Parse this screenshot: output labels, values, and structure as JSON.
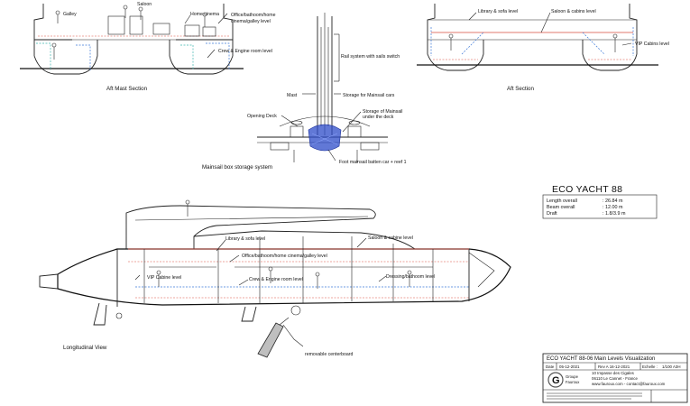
{
  "aft_mast_section": {
    "caption": "Aft Mast Section",
    "labels": {
      "galley": "Galley",
      "saloon": "Saloon",
      "home_cinema": "Home cinema",
      "office_level": "Office/bathoom/home",
      "office_level_2": "cinema/galley level",
      "crew_engine": "Crew & Engine room level"
    }
  },
  "mast_detail": {
    "caption": "Mainsail box storage  system",
    "labels": {
      "rail_system": "Rail system with sails switch",
      "mast": "Mast",
      "storage_cars": "Storage for Mainsail cars",
      "opening_deck": "Opening Deck",
      "storage_mainsail_1": "Storage of Mainsail",
      "storage_mainsail_2": "under the deck",
      "foot_mainsail": "Foot mainsail batten car + reef 1"
    }
  },
  "aft_section": {
    "caption": "Aft Section",
    "labels": {
      "library_sofa": "Library & sofa level",
      "saloon_cabins": "Saloon & cabins level",
      "vip_cabins": "VIP Cabins level"
    }
  },
  "longitudinal_view": {
    "caption": "Longitudinal View",
    "labels": {
      "library_sofa": "Library & sofa level",
      "saloon_cabine": "Saloon & cabine level",
      "office_level": "Office/bathoom/home cinema/galley level",
      "vip_cabine": "VIP Cabine level",
      "crew_engine": "Crew & Engine room level",
      "dressing": "Dressing/bathoom level",
      "centerboard": "removable  centerboard"
    }
  },
  "specs": {
    "title": "ECO YACHT 88",
    "rows": [
      {
        "label": "Length overall",
        "value": ": 26.84 m"
      },
      {
        "label": "Beam overall",
        "value": ": 12.00 m"
      },
      {
        "label": "Draft",
        "value": ": 1.8/3.9 m"
      }
    ]
  },
  "title_block": {
    "title": "ECO YACHT 88-06  Main Levels Visualization",
    "date_label": "Date",
    "date_value": "05-12-2021",
    "rev": "Rev A 16-12-2021",
    "scale_label": "Echelle :",
    "scale_value": "1/100 A3H",
    "logo_text_1": "Groupe",
    "logo_text_2": "Fauroux",
    "address_1": "10 Impasse des Cigales",
    "address_2": "06110 Le Cannet - France",
    "web": "www.fauroux.com - contact@fauroux.com",
    "logo_letter": "G"
  }
}
